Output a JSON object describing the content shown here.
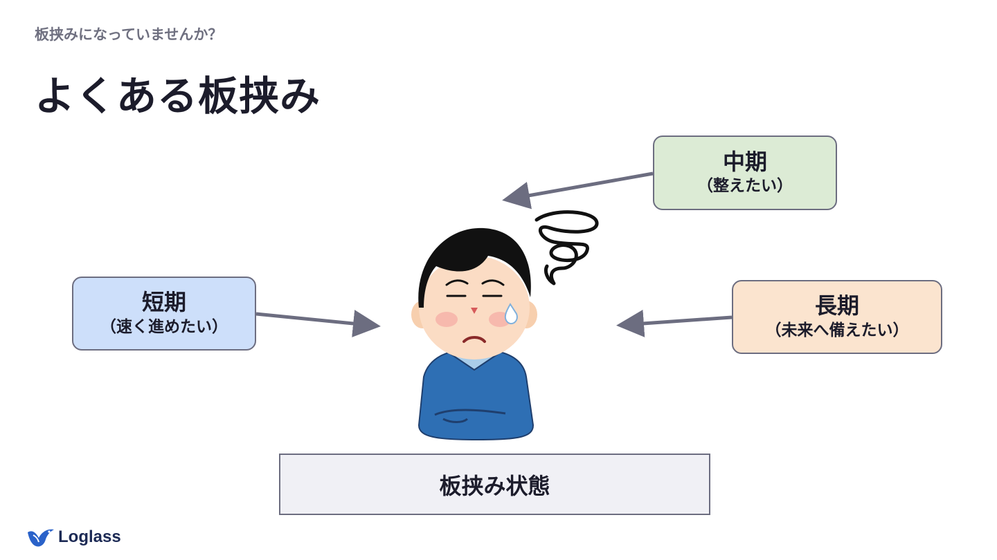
{
  "header": {
    "subtitle": "板挟みになっていませんか？",
    "title": "よくある板挟み"
  },
  "pressures": {
    "mid": {
      "head": "中期",
      "sub": "（整えたい）"
    },
    "short": {
      "head": "短期",
      "sub": "（速く進めたい）"
    },
    "long": {
      "head": "長期",
      "sub": "（未来へ備えたい）"
    }
  },
  "state_label": "板挟み状態",
  "logo": {
    "text": "Loglass"
  },
  "colors": {
    "mid_fill": "#dcebd5",
    "short_fill": "#cddffa",
    "long_fill": "#fbe4cf",
    "state_fill": "#f0f0f5",
    "arrow": "#6c6d80"
  }
}
